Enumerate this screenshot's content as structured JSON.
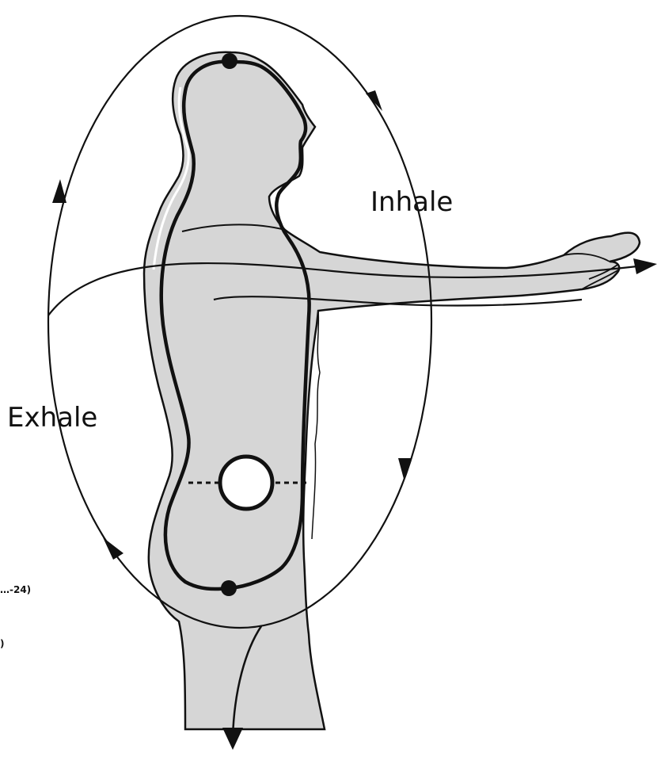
{
  "labels": {
    "inhale": "Inhale",
    "exhale": "Exhale",
    "partial_label_1": "…-24)",
    "partial_label_2": ")"
  },
  "colors": {
    "body_fill": "#d6d6d6",
    "line": "#111111",
    "background": "#ffffff",
    "navel_circle_fill": "#ffffff"
  },
  "icons": {
    "top_point": "crown-point-dot",
    "bottom_point": "perineum-point-dot",
    "navel": "navel-circle"
  }
}
